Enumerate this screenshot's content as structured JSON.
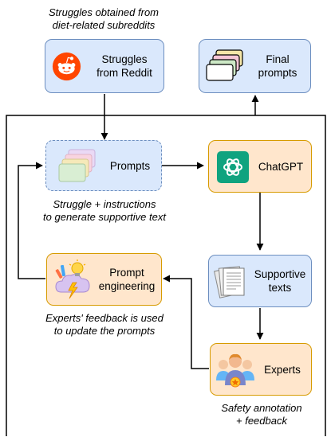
{
  "captions": {
    "reddit": [
      "Struggles obtained from",
      "diet-related subreddits"
    ],
    "prompts": [
      "Struggle + instructions",
      "to generate supportive text"
    ],
    "feedback": [
      "Experts' feedback is used",
      "to update the prompts"
    ],
    "safety": [
      "Safety annotation",
      "+ feedback"
    ]
  },
  "nodes": {
    "reddit": [
      "Struggles",
      "from Reddit"
    ],
    "final": [
      "Final",
      "prompts"
    ],
    "prompts": [
      "Prompts"
    ],
    "chatgpt": [
      "ChatGPT"
    ],
    "supportive": [
      "Supportive",
      "texts"
    ],
    "engineering": [
      "Prompt",
      "engineering"
    ],
    "experts": [
      "Experts"
    ]
  },
  "icons": {
    "reddit": "reddit-logo-icon",
    "final": "stacked-cards-icon",
    "prompts": "stacked-cards-icon",
    "chatgpt": "chatgpt-logo-icon",
    "supportive": "documents-icon",
    "engineering": "cloud-lightbulb-icon",
    "experts": "people-group-icon"
  },
  "colors": {
    "blue_fill": "#dae8fc",
    "blue_border": "#6c8ebf",
    "orange_fill": "#ffe6cc",
    "orange_border": "#d79b00",
    "reddit": "#ff4500",
    "chatgpt": "#10a37f"
  }
}
